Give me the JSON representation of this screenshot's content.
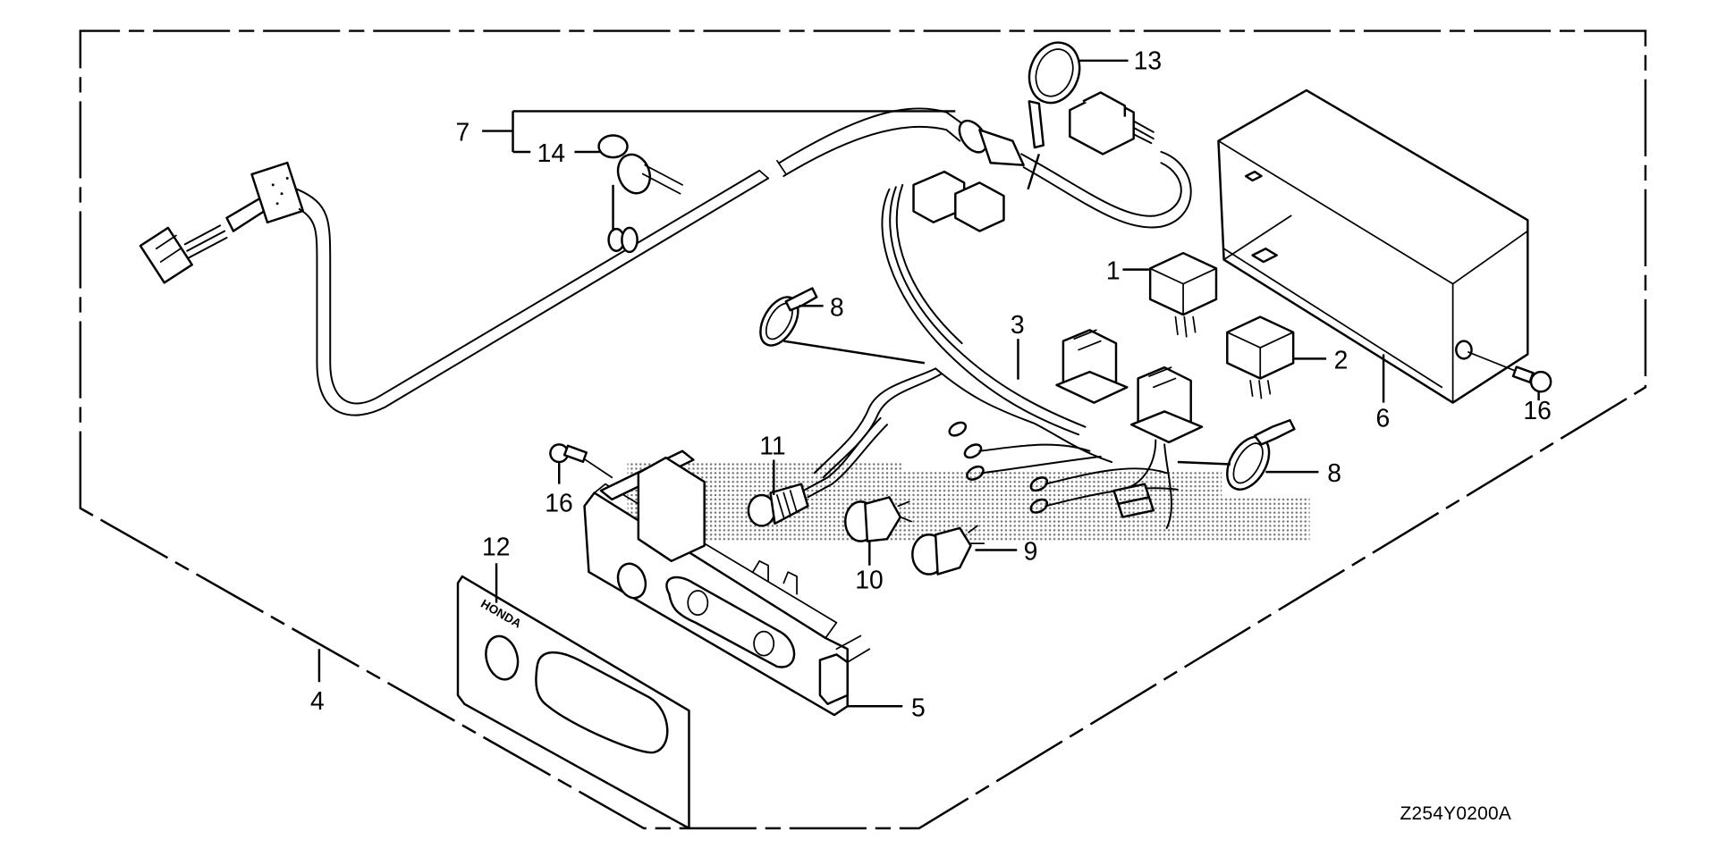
{
  "diagram": {
    "type": "exploded-parts-diagram",
    "subject": "Control box / wiring harness assembly",
    "drawing_code": "Z254Y0200A",
    "brand_logo_text": "HONDA",
    "callouts": [
      {
        "id": "1",
        "label": "1",
        "part": "relay"
      },
      {
        "id": "2",
        "label": "2",
        "part": "relay"
      },
      {
        "id": "3",
        "label": "3",
        "part": "sub wire harness"
      },
      {
        "id": "4",
        "label": "4",
        "part": "control box assembly (kit)"
      },
      {
        "id": "5",
        "label": "5",
        "part": "control panel"
      },
      {
        "id": "6",
        "label": "6",
        "part": "control box cover"
      },
      {
        "id": "7",
        "label": "7",
        "part": "extension wire harness"
      },
      {
        "id": "8a",
        "label": "8",
        "part": "wire band"
      },
      {
        "id": "8b",
        "label": "8",
        "part": "wire band"
      },
      {
        "id": "9",
        "label": "9",
        "part": "push switch"
      },
      {
        "id": "10",
        "label": "10",
        "part": "push switch"
      },
      {
        "id": "11",
        "label": "11",
        "part": "pilot lamp"
      },
      {
        "id": "12",
        "label": "12",
        "part": "panel label (HONDA)"
      },
      {
        "id": "13",
        "label": "13",
        "part": "wire band"
      },
      {
        "id": "14",
        "label": "14",
        "part": "harness clamp"
      },
      {
        "id": "16a",
        "label": "16",
        "part": "screw"
      },
      {
        "id": "16b",
        "label": "16",
        "part": "screw"
      }
    ]
  }
}
